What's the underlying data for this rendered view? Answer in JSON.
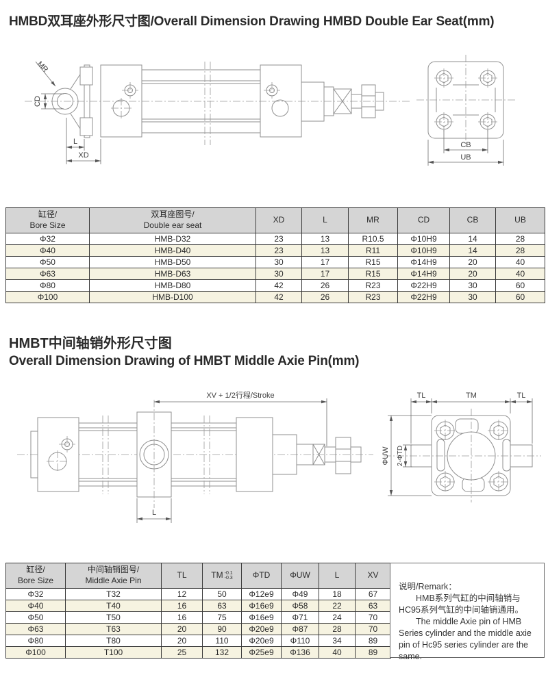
{
  "colors": {
    "header_bg": "#d5d5d5",
    "alt_row_bg": "#f6f3e1",
    "table_border": "#3a3a3a",
    "drawing_line": "#8f8f8f"
  },
  "section1": {
    "title": "HMBD双耳座外形尺寸图/Overall Dimension Drawing HMBD Double Ear Seat(mm)",
    "drawing_labels": {
      "mr": "MR",
      "cd": "CD",
      "l": "L",
      "xd": "XD",
      "cb": "CB",
      "ub": "UB"
    },
    "table": {
      "headers": {
        "bore_zh": "缸径/",
        "bore_en": "Bore Size",
        "part_zh": "双耳座图号/",
        "part_en": "Double ear seat",
        "xd": "XD",
        "l": "L",
        "mr": "MR",
        "cd": "CD",
        "cb": "CB",
        "ub": "UB"
      },
      "rows": [
        [
          "Φ32",
          "HMB-D32",
          "23",
          "13",
          "R10.5",
          "Φ10H9",
          "14",
          "28"
        ],
        [
          "Φ40",
          "HMB-D40",
          "23",
          "13",
          "R11",
          "Φ10H9",
          "14",
          "28"
        ],
        [
          "Φ50",
          "HMB-D50",
          "30",
          "17",
          "R15",
          "Φ14H9",
          "20",
          "40"
        ],
        [
          "Φ63",
          "HMB-D63",
          "30",
          "17",
          "R15",
          "Φ14H9",
          "20",
          "40"
        ],
        [
          "Φ80",
          "HMB-D80",
          "42",
          "26",
          "R23",
          "Φ22H9",
          "30",
          "60"
        ],
        [
          "Φ100",
          "HMB-D100",
          "42",
          "26",
          "R23",
          "Φ22H9",
          "30",
          "60"
        ]
      ]
    }
  },
  "section2": {
    "title_zh": "HMBT中间轴销外形尺寸图",
    "title_en": "Overall Dimension Drawing of HMBT Middle Axie Pin(mm)",
    "drawing_labels": {
      "stroke": "XV + 1/2行程/Stroke",
      "l": "L",
      "tl_left": "TL",
      "tm": "TM",
      "tl_right": "TL",
      "uw": "ΦUW",
      "td": "2-ΦTD"
    },
    "table": {
      "headers": {
        "bore_zh": "缸径/",
        "bore_en": "Bore Size",
        "part_zh": "中间轴销图号/",
        "part_en": "Middle Axie Pin",
        "tl": "TL",
        "tm_base": "TM",
        "tm_sup": "-0.1",
        "tm_sub": "-0.3",
        "td": "ΦTD",
        "uw": "ΦUW",
        "l": "L",
        "xv": "XV"
      },
      "rows": [
        [
          "Φ32",
          "T32",
          "12",
          "50",
          "Φ12e9",
          "Φ49",
          "18",
          "67"
        ],
        [
          "Φ40",
          "T40",
          "16",
          "63",
          "Φ16e9",
          "Φ58",
          "22",
          "63"
        ],
        [
          "Φ50",
          "T50",
          "16",
          "75",
          "Φ16e9",
          "Φ71",
          "24",
          "70"
        ],
        [
          "Φ63",
          "T63",
          "20",
          "90",
          "Φ20e9",
          "Φ87",
          "28",
          "70"
        ],
        [
          "Φ80",
          "T80",
          "20",
          "110",
          "Φ20e9",
          "Φ110",
          "34",
          "89"
        ],
        [
          "Φ100",
          "T100",
          "25",
          "132",
          "Φ25e9",
          "Φ136",
          "40",
          "89"
        ]
      ]
    },
    "remark": {
      "title": "说明/Remark：",
      "zh": "HMB系列气缸的中间轴销与HC95系列气缸的中间轴销通用。",
      "en": "The middle Axie pin of HMB Series cylinder and the middle axie pin of Hc95 series cylinder are the same."
    }
  }
}
